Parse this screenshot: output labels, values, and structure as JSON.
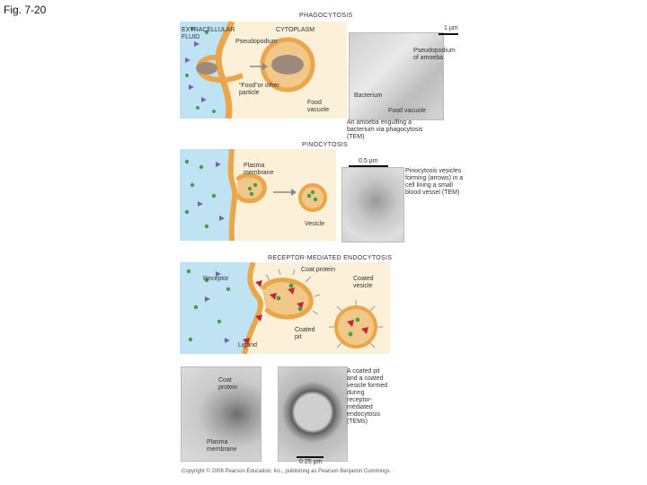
{
  "figure_label": "Fig. 7-20",
  "phagocytosis": {
    "title": "PHAGOCYTOSIS",
    "extracellular_fluid": "EXTRACELLULAR FLUID",
    "cytoplasm": "CYTOPLASM",
    "pseudopodium": "Pseudopodium",
    "food_particle": "“Food”or other particle",
    "food_vacuole": "Food vacuole",
    "scale": "1 µm",
    "micrograph_pseudopodium": "Pseudopodium of amoeba",
    "micrograph_bacterium": "Bacterium",
    "micrograph_food_vacuole": "Food vacuole",
    "caption": "An amoeba engulfing a bacterium via phagocytosis (TEM)"
  },
  "pinocytosis": {
    "title": "PINOCYTOSIS",
    "plasma_membrane": "Plasma membrane",
    "vesicle": "Vesicle",
    "scale": "0.5 µm",
    "caption": "Pinocytosis vesicles forming (arrows) in a cell lining a small blood vessel (TEM)"
  },
  "receptor": {
    "title": "RECEPTOR-MEDIATED ENDOCYTOSIS",
    "coat_protein": "Coat protein",
    "receptor": "Receptor",
    "coated_vesicle": "Coated vesicle",
    "coated_pit": "Coated pit",
    "ligand": "Ligand",
    "micro_coat_protein": "Coat protein",
    "micro_plasma_membrane": "Plasma membrane",
    "caption": "A coated pit and a coated vesicle formed during receptor-mediated endocytosis (TEMs)",
    "scale": "0.25 µm"
  },
  "copyright": "Copyright © 2008 Pearson Education, Inc., publishing as Pearson Benjamin Cummings.",
  "colors": {
    "fluid": "#bfe3f3",
    "cytoplasm": "#fdf0d8",
    "membrane": "#eba64a",
    "particle_dot": "#3aa34a",
    "ligand_triangle": "#7b5fb0",
    "receptor": "#c0283a"
  }
}
